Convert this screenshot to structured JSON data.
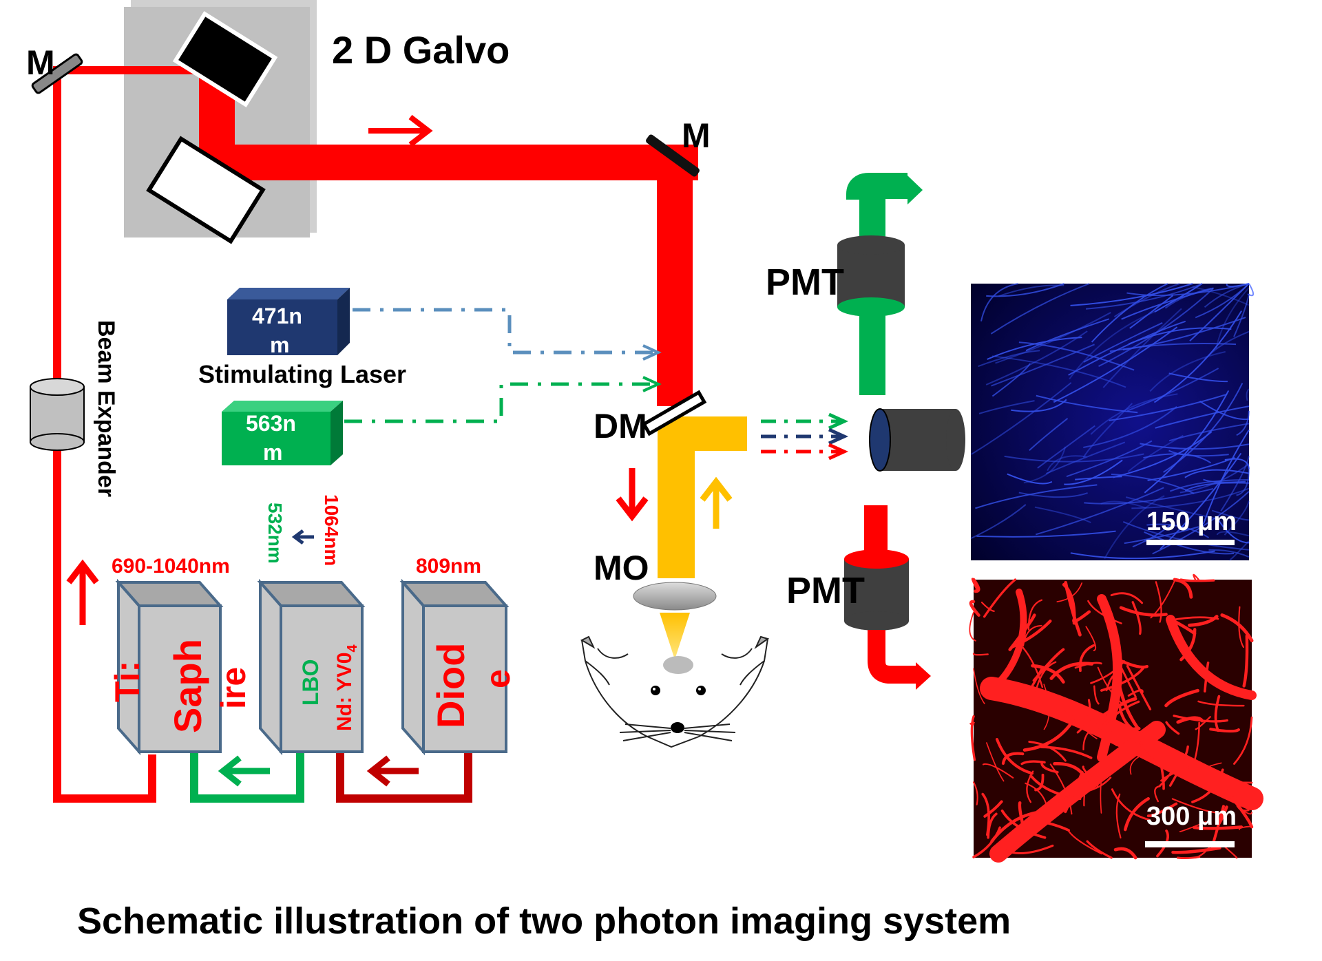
{
  "labels": {
    "galvo": "2 D Galvo",
    "mirror_left": "M",
    "mirror_right": "M",
    "beam_expander": "Beam Expander",
    "stim_laser_title": "Stimulating Laser",
    "stim_471_line1": "471n",
    "stim_471_line2": "m",
    "stim_563_line1": "563n",
    "stim_563_line2": "m",
    "dm": "DM",
    "mo": "MO",
    "pmt_top": "PMT",
    "pmt_bottom": "PMT",
    "wl_ti": "690-1040nm",
    "wl_diode": "809nm",
    "wl_532": "532nm",
    "wl_1064": "1064nm",
    "ti_line1": "Ti:",
    "ti_line2": "Saph",
    "ti_line3": "ire",
    "lbo": "LBO",
    "ndyvo_main": "Nd: YV0",
    "ndyvo_sub": "4",
    "diode_line1": "Diod",
    "diode_line2": "e",
    "scale_blue": "150 μm",
    "scale_red": "300 μm",
    "caption": "Schematic illustration of two photon imaging system"
  },
  "colors": {
    "beam_red": "#ff0000",
    "beam_green": "#00b050",
    "beam_darkred": "#c00000",
    "beam_yellow": "#ffc000",
    "navy": "#1f3870",
    "steel_blue": "#5b8fbd",
    "galvo_bg": "#c0c0c0",
    "pmt_gray": "#3f3f3f",
    "box_gray": "#c8c8c8",
    "box_border": "#4a6a8a",
    "stim_navy": "#1f3870",
    "stim_green": "#00b050"
  }
}
